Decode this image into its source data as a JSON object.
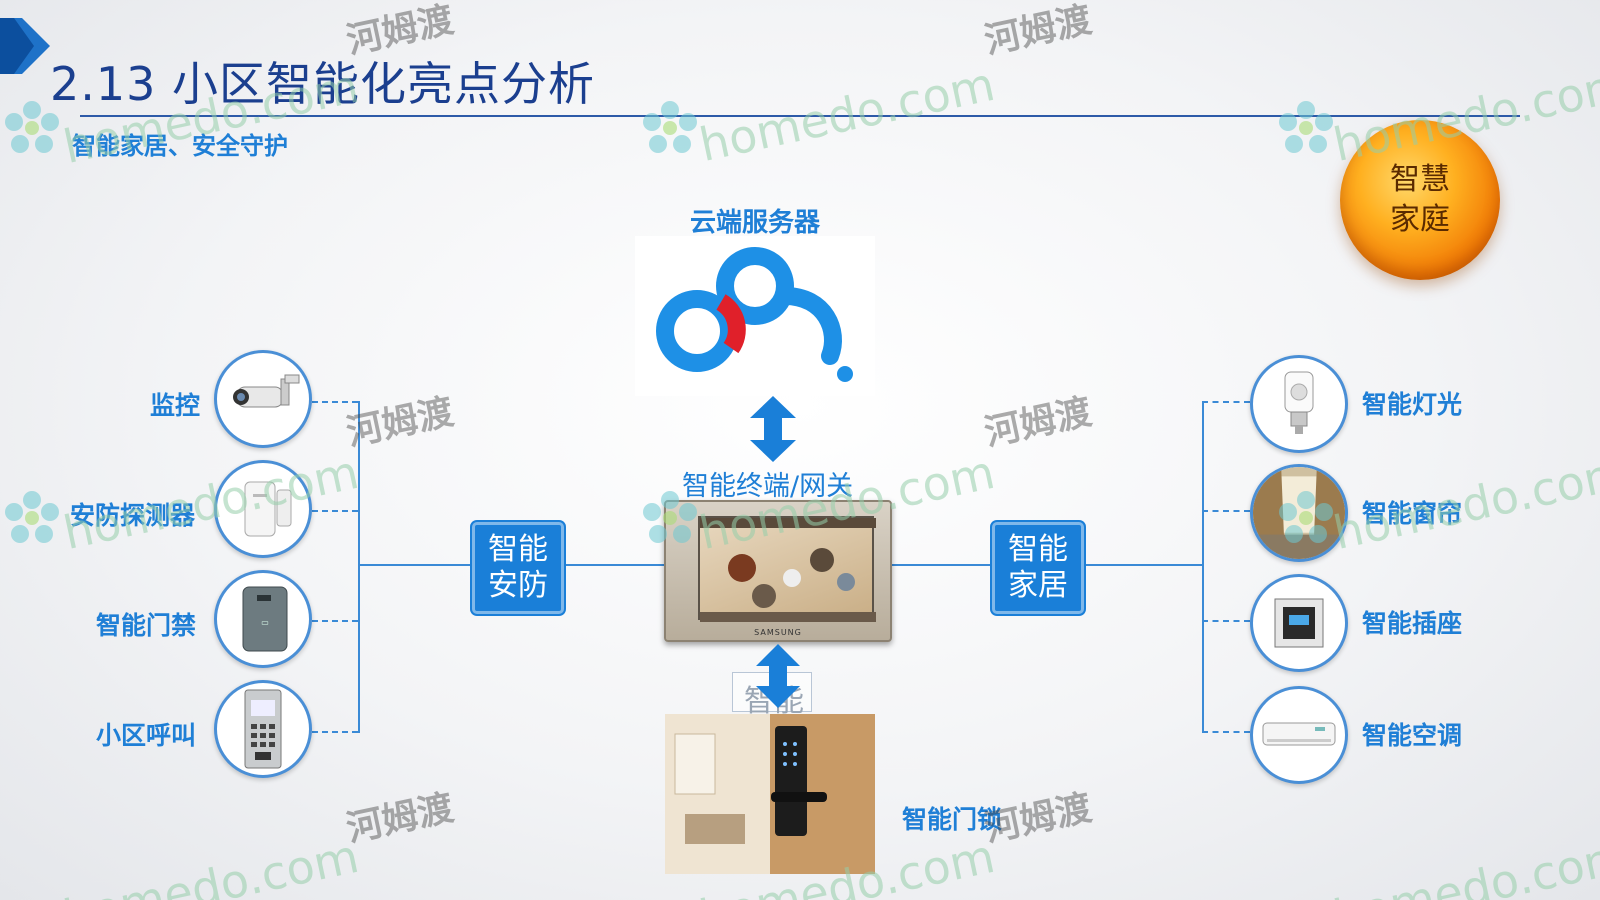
{
  "header": {
    "title": "2.13 小区智能化亮点分析",
    "subtitle": "智能家居、安全守护"
  },
  "badge": {
    "line1": "智慧",
    "line2": "家庭"
  },
  "center": {
    "cloud_label": "云端服务器",
    "gateway_label": "智能终端/网关",
    "device_brand": "SAMSUNG",
    "lock_label": "智能门锁",
    "bottom_caption": "智能"
  },
  "left_hub": {
    "line1": "智能",
    "line2": "安防"
  },
  "right_hub": {
    "line1": "智能",
    "line2": "家居"
  },
  "left_devices": [
    {
      "label": "监控",
      "icon": "camera-icon"
    },
    {
      "label": "安防探测器",
      "icon": "sensor-icon"
    },
    {
      "label": "智能门禁",
      "icon": "access-card-reader-icon"
    },
    {
      "label": "小区呼叫",
      "icon": "intercom-panel-icon"
    }
  ],
  "right_devices": [
    {
      "label": "智能灯光",
      "icon": "light-bulb-icon"
    },
    {
      "label": "智能窗帘",
      "icon": "curtain-icon"
    },
    {
      "label": "智能插座",
      "icon": "smart-socket-icon"
    },
    {
      "label": "智能空调",
      "icon": "air-conditioner-icon"
    }
  ],
  "watermark": {
    "latin": "homedo.com",
    "cn": "河姆渡"
  },
  "colors": {
    "accent": "#1f7fd6",
    "hub_fill": "#1a7fd8",
    "title": "#1b3f8f",
    "badge": "#f17a05",
    "logo_red": "#e0202a"
  }
}
